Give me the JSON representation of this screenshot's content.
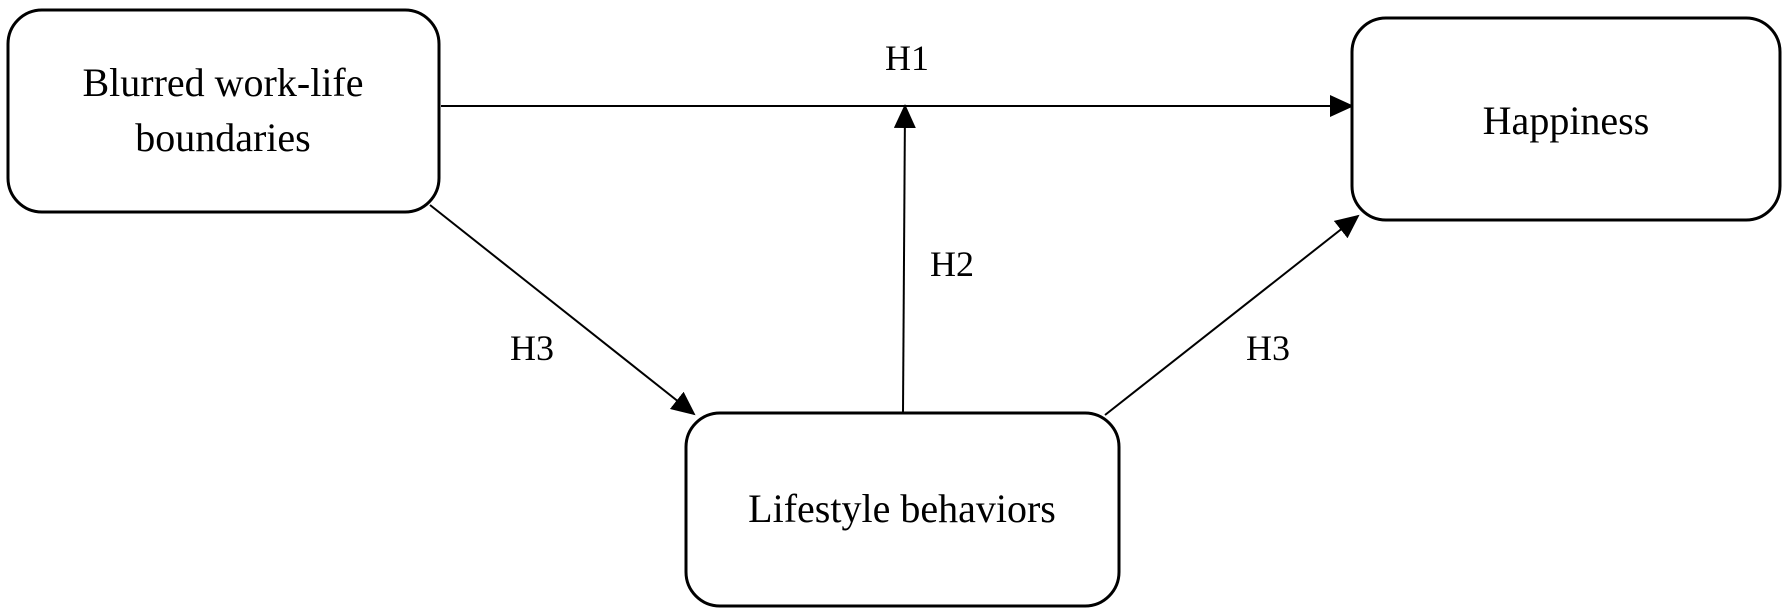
{
  "nodes": {
    "blurred": {
      "line1": "Blurred work-life",
      "line2": "boundaries"
    },
    "happiness": {
      "label": "Happiness"
    },
    "lifestyle": {
      "label": "Lifestyle behaviors"
    }
  },
  "edges": {
    "h1": "H1",
    "h2": "H2",
    "h3_left": "H3",
    "h3_right": "H3"
  },
  "colors": {
    "stroke": "#000000",
    "background": "#ffffff"
  }
}
